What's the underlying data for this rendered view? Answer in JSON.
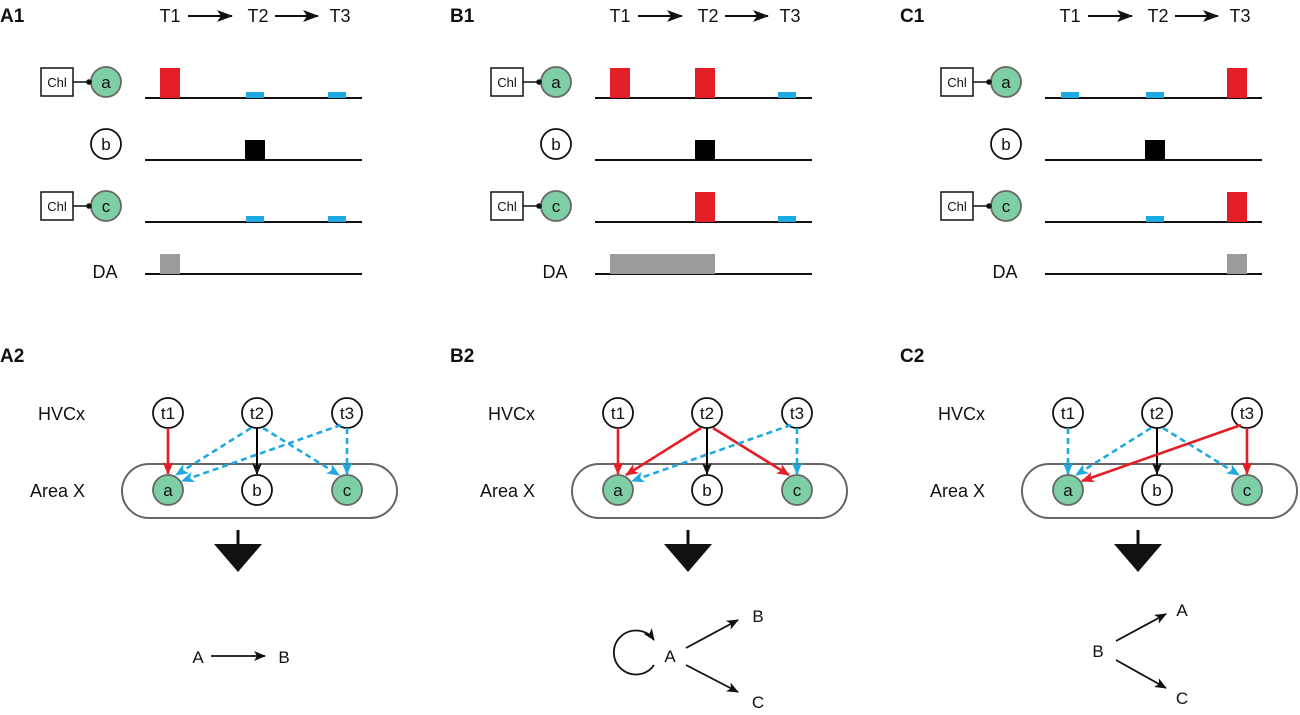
{
  "time_labels": [
    "T1",
    "T2",
    "T3"
  ],
  "row_labels": {
    "da": "DA"
  },
  "circuit_labels": {
    "hvcx": "HVCx",
    "areax": "Area X"
  },
  "chl_label": "Chl",
  "colors": {
    "red": "#e41e26",
    "blue": "#1ea9e1",
    "black": "#000000",
    "gray": "#9b9b9b",
    "green": "#7fcfa6"
  },
  "panels": [
    {
      "id": "A",
      "label_top": "A1",
      "label_bottom": "A2",
      "activity": {
        "a": [
          {
            "t": "T1",
            "color": "red"
          },
          {
            "t": "T2",
            "color": "blue"
          },
          {
            "t": "T3",
            "color": "blue"
          }
        ],
        "b": [
          {
            "t": "T2",
            "color": "black"
          }
        ],
        "c": [
          {
            "t": "T2",
            "color": "blue"
          },
          {
            "t": "T3",
            "color": "blue"
          }
        ]
      },
      "da": {
        "from": "T1",
        "to": "T1"
      },
      "edges": [
        {
          "from": "t1",
          "to": "a",
          "color": "red",
          "dashed": false
        },
        {
          "from": "t2",
          "to": "a",
          "color": "blue",
          "dashed": true
        },
        {
          "from": "t2",
          "to": "b",
          "color": "black",
          "dashed": false
        },
        {
          "from": "t2",
          "to": "c",
          "color": "blue",
          "dashed": true
        },
        {
          "from": "t3",
          "to": "a",
          "color": "blue",
          "dashed": true
        },
        {
          "from": "t3",
          "to": "c",
          "color": "blue",
          "dashed": true
        }
      ],
      "result": [
        "A",
        "B"
      ]
    },
    {
      "id": "B",
      "label_top": "B1",
      "label_bottom": "B2",
      "activity": {
        "a": [
          {
            "t": "T1",
            "color": "red"
          },
          {
            "t": "T2",
            "color": "red"
          },
          {
            "t": "T3",
            "color": "blue"
          }
        ],
        "b": [
          {
            "t": "T2",
            "color": "black"
          }
        ],
        "c": [
          {
            "t": "T2",
            "color": "red"
          },
          {
            "t": "T3",
            "color": "blue"
          }
        ]
      },
      "da": {
        "from": "T1",
        "to": "T2"
      },
      "edges": [
        {
          "from": "t1",
          "to": "a",
          "color": "red",
          "dashed": false
        },
        {
          "from": "t2",
          "to": "a",
          "color": "red",
          "dashed": false
        },
        {
          "from": "t2",
          "to": "b",
          "color": "black",
          "dashed": false
        },
        {
          "from": "t2",
          "to": "c",
          "color": "red",
          "dashed": false
        },
        {
          "from": "t3",
          "to": "a",
          "color": "blue",
          "dashed": true
        },
        {
          "from": "t3",
          "to": "c",
          "color": "blue",
          "dashed": true
        }
      ],
      "result": [
        "A",
        "B",
        "C"
      ]
    },
    {
      "id": "C",
      "label_top": "C1",
      "label_bottom": "C2",
      "activity": {
        "a": [
          {
            "t": "T1",
            "color": "blue"
          },
          {
            "t": "T2",
            "color": "blue"
          },
          {
            "t": "T3",
            "color": "red"
          }
        ],
        "b": [
          {
            "t": "T2",
            "color": "black"
          }
        ],
        "c": [
          {
            "t": "T2",
            "color": "blue"
          },
          {
            "t": "T3",
            "color": "red"
          }
        ]
      },
      "da": {
        "from": "T3",
        "to": "T3"
      },
      "edges": [
        {
          "from": "t1",
          "to": "a",
          "color": "blue",
          "dashed": true
        },
        {
          "from": "t2",
          "to": "a",
          "color": "blue",
          "dashed": true
        },
        {
          "from": "t2",
          "to": "b",
          "color": "black",
          "dashed": false
        },
        {
          "from": "t2",
          "to": "c",
          "color": "blue",
          "dashed": true
        },
        {
          "from": "t3",
          "to": "a",
          "color": "red",
          "dashed": false
        },
        {
          "from": "t3",
          "to": "c",
          "color": "red",
          "dashed": false
        }
      ],
      "result": [
        "B",
        "A",
        "C"
      ]
    }
  ]
}
